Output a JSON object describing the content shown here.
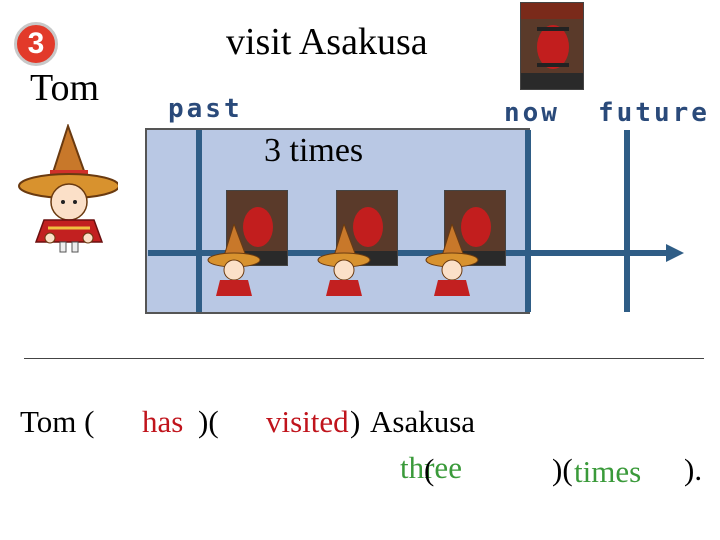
{
  "header": {
    "badge_number": "3",
    "person_name": "Tom",
    "title": "visit Asakusa"
  },
  "timeline": {
    "past_label": "past",
    "now_label": "now",
    "future_label": "future",
    "count_label": "3 times",
    "visit_count": 3,
    "line_color": "#2f5d86",
    "box_color": "#b9c8e4"
  },
  "sentence": {
    "subject": "Tom (",
    "answer1": "has",
    "paren_mid": ")(",
    "answer2": "visited",
    "close2": ")",
    "object": "Asakusa",
    "open3": "(",
    "answer3": "three",
    "close3_open4": ")(",
    "answer4": "times",
    "close4": ").",
    "answer_red": "#c0141c",
    "answer_green": "#3a9a3a"
  },
  "icons": {
    "person": "tom-sombrero-icon",
    "photo": "asakusa-gate-photo"
  }
}
